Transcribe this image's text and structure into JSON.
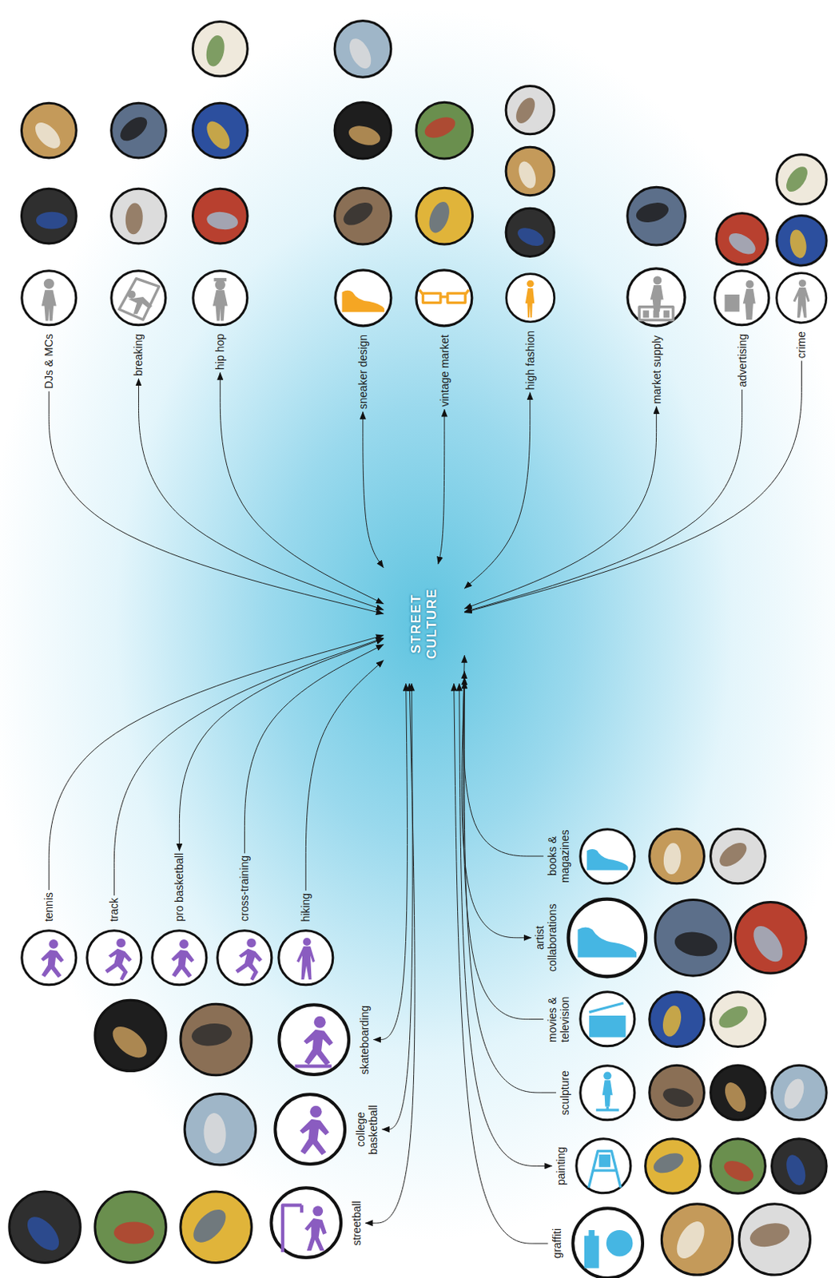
{
  "diagram": {
    "nodes": [
      {
        "text": [
          "DJs & MCs"
        ]
      },
      {
        "text": [
          "breaking"
        ]
      },
      {
        "text": [
          "hip hop"
        ]
      },
      {
        "text": [
          "sneaker design"
        ]
      },
      {
        "text": [
          "vintage market"
        ]
      },
      {
        "text": [
          "high fashion"
        ]
      },
      {
        "text": [
          "market supply"
        ]
      },
      {
        "text": [
          "advertising"
        ]
      },
      {
        "text": [
          "crime"
        ]
      },
      {
        "text": [
          "STREET CULTURE"
        ]
      },
      {
        "text": [
          "tennis"
        ]
      },
      {
        "text": [
          "track"
        ]
      },
      {
        "text": [
          "pro basketball"
        ]
      },
      {
        "text": [
          "cross-training"
        ]
      },
      {
        "text": [
          "hiking"
        ]
      },
      {
        "text": [
          "skateboarding"
        ]
      },
      {
        "text": [
          "college basketball"
        ]
      },
      {
        "text": [
          "streetball"
        ]
      },
      {
        "text": [
          "books & magazines"
        ]
      },
      {
        "text": [
          "artist collaborations"
        ]
      },
      {
        "text": [
          "movies & television"
        ]
      },
      {
        "text": [
          "sculpture"
        ]
      },
      {
        "text": [
          "painting"
        ]
      },
      {
        "text": [
          "graffiti"
        ]
      }
    ],
    "edges": [
      {
        "from": 0,
        "to": 9,
        "arrow": "to"
      },
      {
        "from": 1,
        "to": 9,
        "arrow": "both"
      },
      {
        "from": 2,
        "to": 9,
        "arrow": "both"
      },
      {
        "from": 3,
        "to": 9,
        "arrow": "both"
      },
      {
        "from": 4,
        "to": 9,
        "arrow": "both"
      },
      {
        "from": 5,
        "to": 9,
        "arrow": "both"
      },
      {
        "from": 6,
        "to": 9,
        "arrow": "both"
      },
      {
        "from": 7,
        "to": 9,
        "arrow": "to"
      },
      {
        "from": 8,
        "to": 9,
        "arrow": "to"
      },
      {
        "from": 10,
        "to": 9,
        "arrow": "to"
      },
      {
        "from": 11,
        "to": 9,
        "arrow": "to"
      },
      {
        "from": 12,
        "to": 9,
        "arrow": "both"
      },
      {
        "from": 13,
        "to": 9,
        "arrow": "to"
      },
      {
        "from": 14,
        "to": 9,
        "arrow": "to"
      },
      {
        "from": 15,
        "to": 9,
        "arrow": "both"
      },
      {
        "from": 16,
        "to": 9,
        "arrow": "both"
      },
      {
        "from": 17,
        "to": 9,
        "arrow": "both"
      },
      {
        "from": 18,
        "to": 9,
        "arrow": "to"
      },
      {
        "from": 19,
        "to": 9,
        "arrow": "both"
      },
      {
        "from": 20,
        "to": 9,
        "arrow": "to"
      },
      {
        "from": 21,
        "to": 9,
        "arrow": "to"
      },
      {
        "from": 22,
        "to": 9,
        "arrow": "both"
      },
      {
        "from": 23,
        "to": 9,
        "arrow": "to"
      }
    ]
  }
}
